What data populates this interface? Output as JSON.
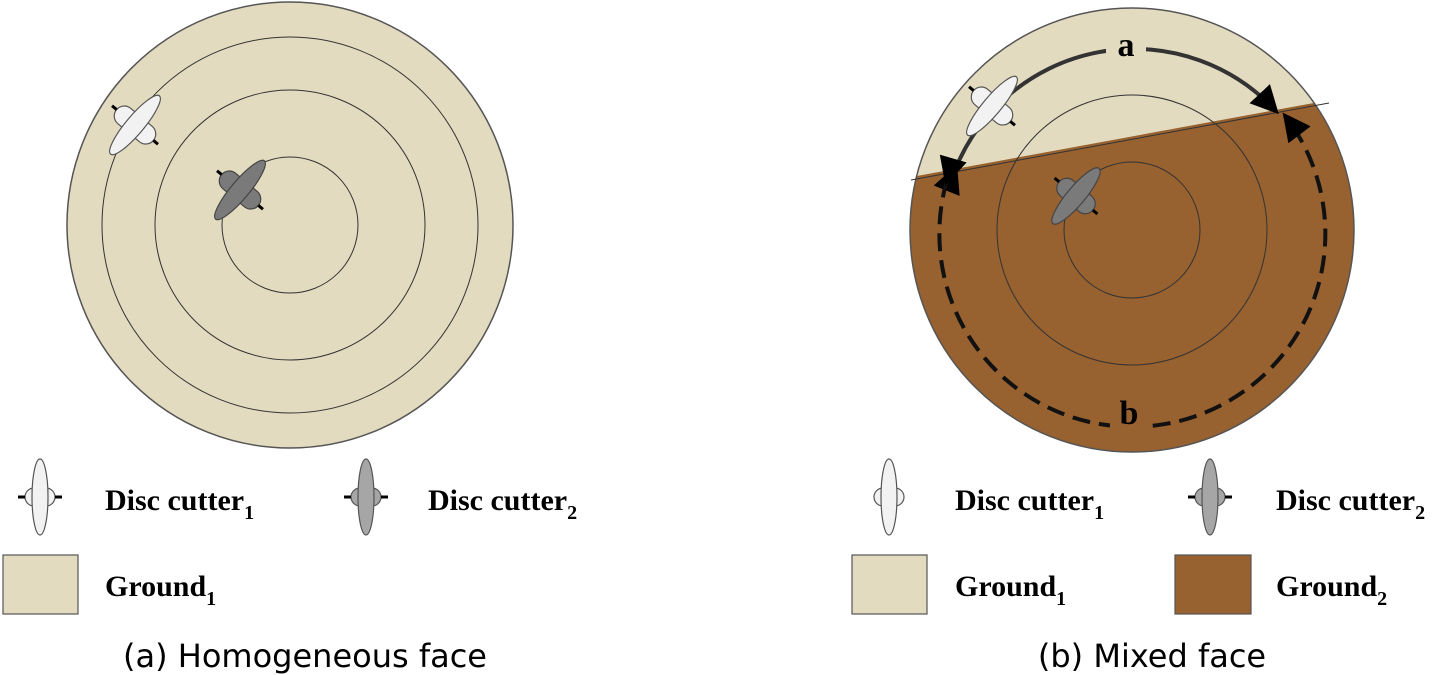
{
  "panels": [
    {
      "caption": "(a) Homogeneous face",
      "legend": {
        "cutter1": {
          "name": "Disc cutter",
          "sub": "1"
        },
        "cutter2": {
          "name": "Disc cutter",
          "sub": "2"
        },
        "ground1": {
          "name": "Ground",
          "sub": "1"
        }
      }
    },
    {
      "caption": "(b) Mixed face",
      "arc_labels": {
        "upper": "a",
        "lower": "b"
      },
      "legend": {
        "cutter1": {
          "name": "Disc cutter",
          "sub": "1"
        },
        "cutter2": {
          "name": "Disc cutter",
          "sub": "2"
        },
        "ground1": {
          "name": "Ground",
          "sub": "1"
        },
        "ground2": {
          "name": "Ground",
          "sub": "2"
        }
      }
    }
  ],
  "colors": {
    "ground1": "#e3dbbf",
    "ground2": "#976130",
    "cutter1_fill": "#f2f2f2",
    "cutter2_fill": "#7a7a7a",
    "cutter2_legend_fill": "#a6a6a6",
    "outline": "#555555"
  }
}
